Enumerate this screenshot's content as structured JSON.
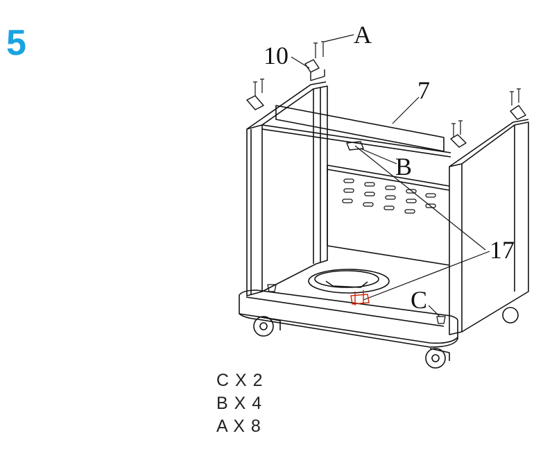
{
  "step": {
    "number": "5"
  },
  "callouts": {
    "a": "A",
    "b": "B",
    "c": "C",
    "n7": "7",
    "n10": "10",
    "n17": "17"
  },
  "quantities": [
    {
      "text": "C X 2"
    },
    {
      "text": "B X 4"
    },
    {
      "text": "A X 8"
    }
  ],
  "colors": {
    "step_number": "#1aa3e0",
    "line": "#111111",
    "highlight": "#cc2200"
  }
}
